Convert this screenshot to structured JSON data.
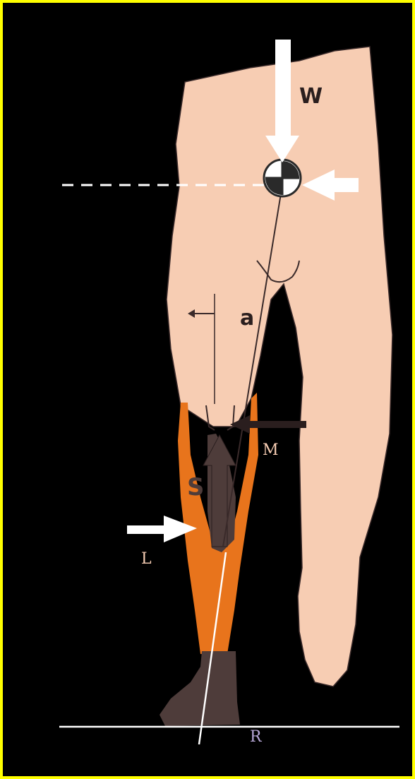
{
  "labels": {
    "weight": "W",
    "angle": "a",
    "medial": "M",
    "strap": "S",
    "lateral": "L",
    "ground_reaction": "R"
  },
  "colors": {
    "border": "#ffff00",
    "background": "#000000",
    "skin": "#f7cdb3",
    "brace": "#e8741c",
    "stump": "#4e3c3a",
    "arrow": "#ffffff"
  }
}
